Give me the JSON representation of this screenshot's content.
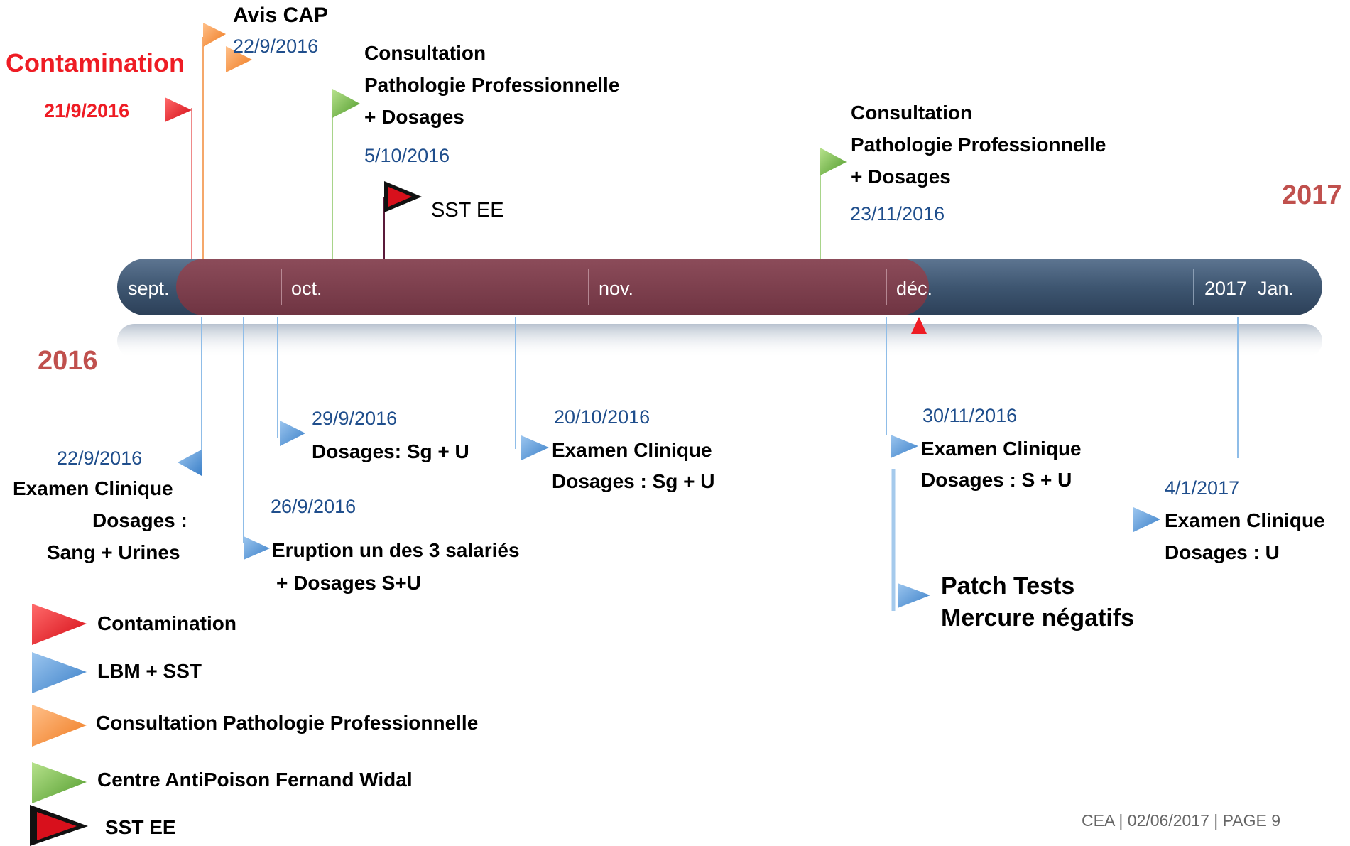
{
  "colors": {
    "track": "#425a74",
    "range": "#7b3d4b",
    "red": "#ee1c24",
    "orange": "#f58a33",
    "green": "#6cb33f",
    "blue": "#4f96d9",
    "dateBlue": "#1f4e8c",
    "year": "#c0504d"
  },
  "years": {
    "start": "2016",
    "end": "2017"
  },
  "months": {
    "sept": "sept.",
    "oct": "oct.",
    "nov": "nov.",
    "dec": "déc.",
    "jan_year": "2017",
    "jan": "Jan."
  },
  "above": {
    "contamination": {
      "title": "Contamination",
      "date": "21/9/2016",
      "icon": "red-flag-icon"
    },
    "cap": {
      "title": "Avis CAP",
      "date": "22/9/2016",
      "icon": "orange-flag-icon"
    },
    "consult1": {
      "line1": "Consultation",
      "line2": "Pathologie Professionnelle",
      "line3": "+ Dosages",
      "date": "5/10/2016",
      "icon": "green-flag-icon"
    },
    "sst": {
      "label": "SST EE",
      "icon": "black-red-flag-icon"
    },
    "consult2": {
      "line1": "Consultation",
      "line2": "Pathologie Professionnelle",
      "line3": "+ Dosages",
      "date": "23/11/2016",
      "icon": "green-flag-icon"
    }
  },
  "below": {
    "e1": {
      "date": "22/9/2016",
      "line1": "Examen Clinique",
      "line2": "Dosages :",
      "line3": "Sang + Urines"
    },
    "e2": {
      "date": "26/9/2016",
      "line1": "Eruption un des 3 salariés",
      "line2": "+ Dosages S+U"
    },
    "e3": {
      "date": "29/9/2016",
      "line1": "Dosages: Sg + U"
    },
    "e4": {
      "date": "20/10/2016",
      "line1": "Examen Clinique",
      "line2": "Dosages : Sg + U"
    },
    "e5": {
      "date": "30/11/2016",
      "line1": "Examen Clinique",
      "line2": "Dosages : S + U"
    },
    "e6": {
      "line1": "Patch Tests",
      "line2": "Mercure négatifs"
    },
    "e7": {
      "date": "4/1/2017",
      "line1": "Examen Clinique",
      "line2": "Dosages :  U"
    }
  },
  "legend": [
    {
      "label": "Contamination",
      "icon": "red-flag-icon"
    },
    {
      "label": "LBM + SST",
      "icon": "blue-flag-icon"
    },
    {
      "label": "Consultation Pathologie Professionnelle",
      "icon": "orange-flag-icon"
    },
    {
      "label": "Centre AntiPoison Fernand Widal",
      "icon": "green-flag-icon"
    },
    {
      "label": "SST EE",
      "icon": "black-red-flag-icon"
    }
  ],
  "footer": "CEA | 02/06/2017 |  PAGE 9"
}
